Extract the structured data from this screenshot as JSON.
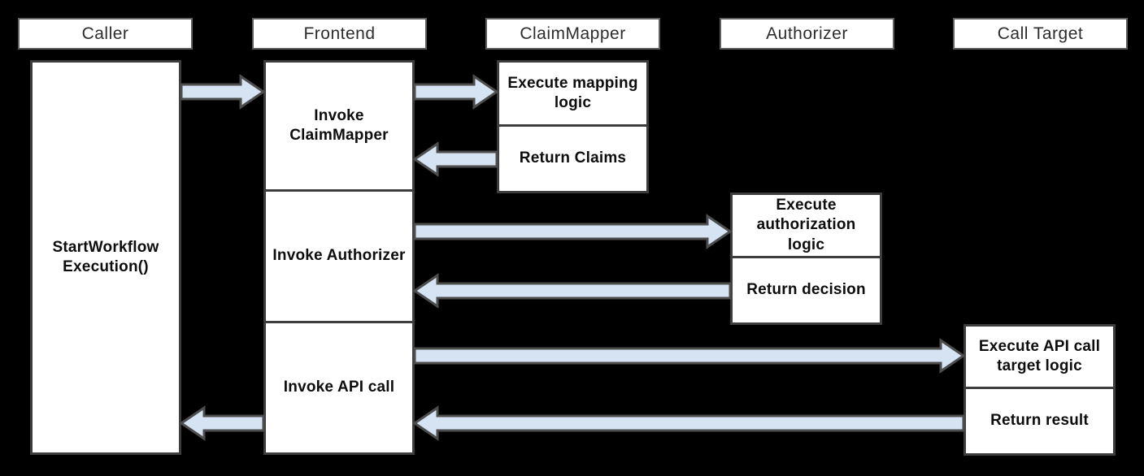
{
  "diagram": {
    "type": "sequence-diagram",
    "lanes": [
      {
        "label": "Caller"
      },
      {
        "label": "Frontend"
      },
      {
        "label": "ClaimMapper"
      },
      {
        "label": "Authorizer"
      },
      {
        "label": "Call Target"
      }
    ],
    "caller": {
      "task": "StartWorkflow Execution()"
    },
    "frontend": {
      "tasks": [
        "Invoke ClaimMapper",
        "Invoke Authorizer",
        "Invoke API call"
      ]
    },
    "claim_mapper": {
      "tasks": [
        "Execute mapping logic",
        "Return Claims"
      ]
    },
    "authorizer": {
      "tasks": [
        "Execute authorization logic",
        "Return decision"
      ]
    },
    "call_target": {
      "tasks": [
        "Execute API call target logic",
        "Return result"
      ]
    },
    "arrows": [
      {
        "from": "Caller",
        "to": "Frontend"
      },
      {
        "from": "Frontend",
        "to": "ClaimMapper"
      },
      {
        "from": "ClaimMapper",
        "to": "Frontend"
      },
      {
        "from": "Frontend",
        "to": "Authorizer"
      },
      {
        "from": "Authorizer",
        "to": "Frontend"
      },
      {
        "from": "Frontend",
        "to": "Call Target"
      },
      {
        "from": "Call Target",
        "to": "Frontend"
      },
      {
        "from": "Frontend",
        "to": "Caller"
      }
    ],
    "colors": {
      "background": "#000000",
      "box_fill": "#ffffff",
      "task_border": "#3d3d3d",
      "header_border": "#5f5f5f",
      "arrow_fill": "#d5e3f3",
      "arrow_stroke": "#4d4d4d"
    }
  }
}
